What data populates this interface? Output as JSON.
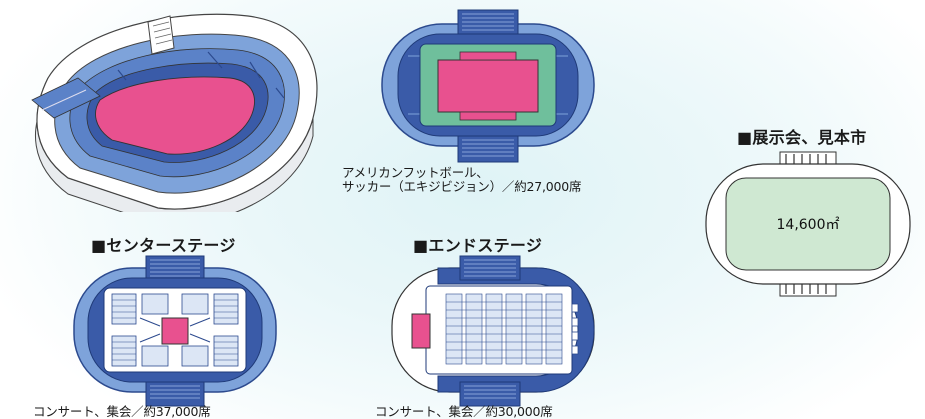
{
  "layouts": {
    "football": {
      "caption_line1": "アメリカンフットボール、",
      "caption_line2": "サッカー（エキジビジョン）／約27,000席"
    },
    "exhibition": {
      "heading": "■展示会、見本市",
      "area": "14,600㎡"
    },
    "center_stage": {
      "heading": "■センターステージ",
      "caption": "コンサート、集会／約37,000席"
    },
    "end_stage": {
      "heading": "■エンドステージ",
      "caption": "コンサート、集会／約30,000席"
    }
  },
  "colors": {
    "dark_blue": "#3a5ba8",
    "mid_blue": "#5b82c8",
    "light_blue": "#7ea3da",
    "field_pink": "#e8518f",
    "turf_green": "#6fbf9c",
    "floor_green": "#cfe8d2"
  }
}
